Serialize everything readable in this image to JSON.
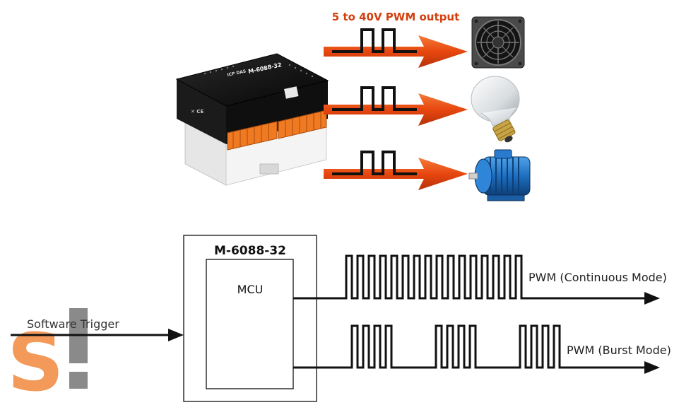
{
  "colors": {
    "accent": "#e8470f",
    "arrow_dark": "#b5310a",
    "line": "#111111",
    "label_red": "#d43f0e",
    "watermark_orange": "#f39a5b",
    "watermark_gray": "#8a8a8a"
  },
  "top": {
    "output_title": "5 to 40V PWM output",
    "device_label": "M-6088-32",
    "device_brand": "ICP DAS",
    "loads": [
      "fan-icon",
      "light-bulb-icon",
      "motor-icon"
    ]
  },
  "diagram": {
    "device_name": "M-6088-32",
    "mcu_label": "MCU",
    "input_label": "Software Trigger",
    "continuous_label": "PWM (Continuous Mode)",
    "burst_label": "PWM (Burst Mode)"
  },
  "watermark": {
    "text": "S!"
  }
}
